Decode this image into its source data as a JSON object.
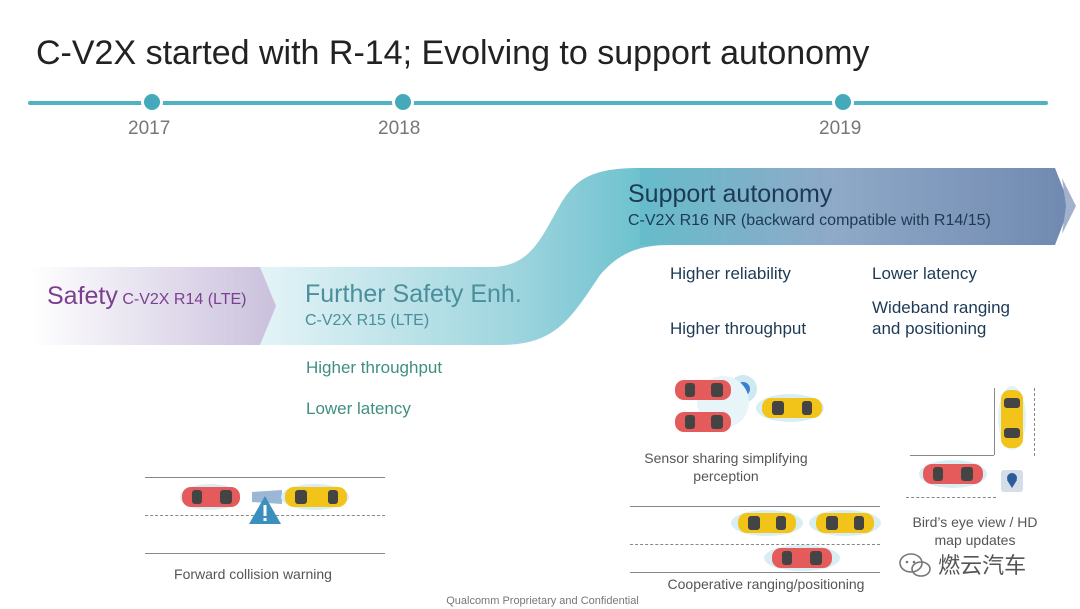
{
  "title": "C-V2X started with R-14; Evolving to support autonomy",
  "timeline": {
    "years": [
      "2017",
      "2018",
      "2019"
    ]
  },
  "phases": {
    "safety": {
      "label": "Safety",
      "release": "C-V2X R14 (LTE)"
    },
    "further": {
      "label": "Further Safety Enh.",
      "release": "C-V2X R15 (LTE)",
      "features": [
        "Higher throughput",
        "Lower latency"
      ]
    },
    "support": {
      "label": "Support autonomy",
      "release": "C-V2X R16 NR (backward compatible with R14/15)",
      "features": [
        "Higher reliability",
        "Lower latency",
        "Higher throughput",
        "Wideband ranging\nand positioning"
      ]
    }
  },
  "illustrations": {
    "forward_collision": "Forward collision warning",
    "sensor_sharing": "Sensor sharing simplifying\nperception",
    "birds_eye": "Bird’s eye view / HD\nmap updates",
    "cooperative": "Cooperative ranging/positioning"
  },
  "footer": "Qualcomm Proprietary and Confidential",
  "watermark": "燃云汽车",
  "colors": {
    "timeline": "#4fb3c4",
    "safety": "#7b3f8f",
    "teal": "#3e8f80",
    "navy": "#1d3a55",
    "car_red": "#e55a5a",
    "car_yellow": "#f2c318"
  }
}
